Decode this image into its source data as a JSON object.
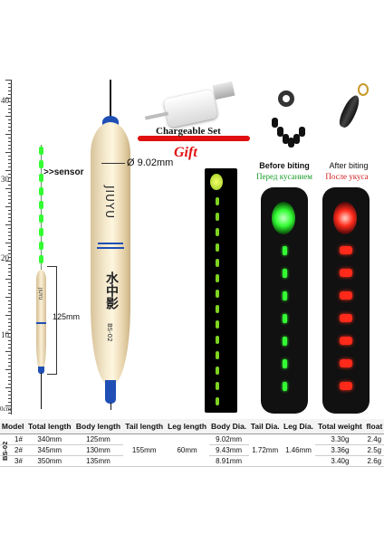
{
  "ruler": {
    "labels": [
      "40",
      "30",
      "20",
      "10"
    ],
    "unit": "0cm"
  },
  "labels": {
    "sensor": "sensor",
    "body_dia": "Ø 9.02mm",
    "body_length": "125mm",
    "brand": "JIUYU",
    "chinese_name": "水中影",
    "small_model": "BS-02",
    "chargeable_set": "Chargeable Set",
    "gift": "Gift",
    "before_biting_en": "Before biting",
    "before_biting_ru": "Перед кусанием",
    "after_biting_en": "After biting",
    "after_biting_ru": "После укуса"
  },
  "colors": {
    "green_glow": "#33ff33",
    "red_glow": "#ff2a1a",
    "blue_band": "#1f4fb5",
    "before_text": "#1a9c2a",
    "after_text": "#d21f1f",
    "gift_red": "#e01010"
  },
  "table": {
    "model_side": "BS-02",
    "headers": [
      "Model",
      "Total length",
      "Body length",
      "Tail length",
      "Leg length",
      "Body Dia.",
      "Tail Dia.",
      "Leg Dia.",
      "Total weight",
      "float"
    ],
    "rows": [
      {
        "model": "1#",
        "total_length": "340mm",
        "body_length": "125mm",
        "body_dia": "9.02mm",
        "total_weight": "3.30g",
        "float": "2.4g"
      },
      {
        "model": "2#",
        "total_length": "345mm",
        "body_length": "130mm",
        "body_dia": "9.43mm",
        "total_weight": "3.36g",
        "float": "2.5g"
      },
      {
        "model": "3#",
        "total_length": "350mm",
        "body_length": "135mm",
        "body_dia": "8.91mm",
        "total_weight": "3.40g",
        "float": "2.6g"
      }
    ],
    "shared": {
      "tail_length": "155mm",
      "leg_length": "60mm",
      "tail_dia": "1.72mm",
      "leg_dia": "1.46mm"
    }
  }
}
